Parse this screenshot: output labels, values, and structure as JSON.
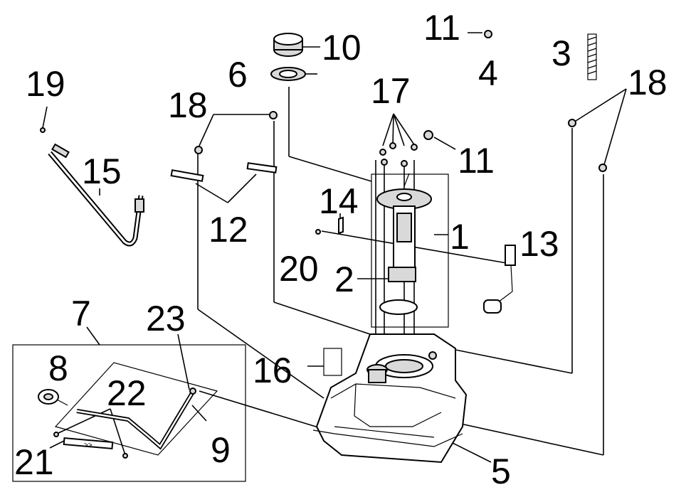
{
  "callouts": {
    "n1": "1",
    "n2": "2",
    "n3": "3",
    "n4": "4",
    "n5": "5",
    "n6": "6",
    "n7": "7",
    "n8": "8",
    "n9": "9",
    "n10": "10",
    "n11a": "11",
    "n11b": "11",
    "n12": "12",
    "n13": "13",
    "n14": "14",
    "n15": "15",
    "n16": "16",
    "n17": "17",
    "n18a": "18",
    "n18b": "18",
    "n19": "19",
    "n20": "20",
    "n21": "21",
    "n22": "22",
    "n23": "23"
  }
}
